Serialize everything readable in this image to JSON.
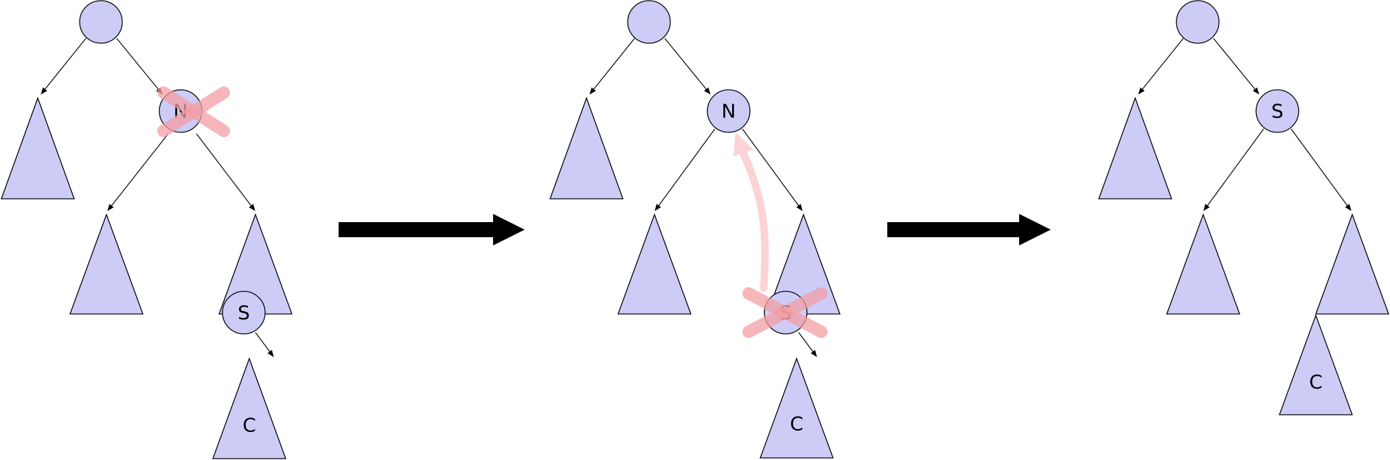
{
  "panels": [
    {
      "id": "before",
      "node_labels": {
        "n": "N",
        "s": "S",
        "c": "C"
      },
      "crossed_out": "N"
    },
    {
      "id": "moving",
      "node_labels": {
        "n": "N",
        "s": "S",
        "c": "C"
      },
      "crossed_out": "S",
      "move_from": "S",
      "move_to": "N"
    },
    {
      "id": "after",
      "node_labels": {
        "s": "S",
        "c": "C"
      }
    }
  ],
  "colors": {
    "node_fill": "#ccccf7",
    "cross_mark": "#f59ea3",
    "move_arrow": "#fcd3d4",
    "step_arrow": "#000000"
  }
}
